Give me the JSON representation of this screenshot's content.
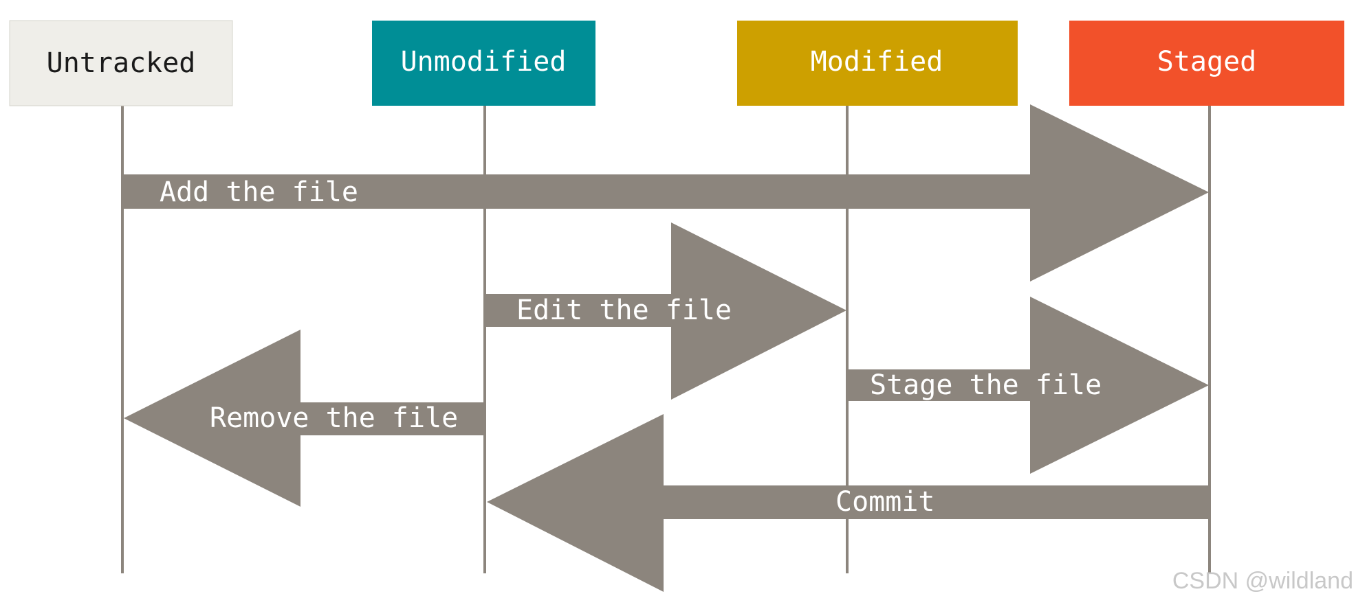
{
  "colors": {
    "arrow": "#8c857d",
    "lifeline": "#8c857d",
    "untracked_fill": "#efeee9",
    "untracked_text": "#1a1a1a",
    "unmodified_fill": "#008e96",
    "modified_fill": "#cda000",
    "staged_fill": "#f2512a",
    "box_text": "#ffffff",
    "watermark": "#c8c8c8"
  },
  "states": [
    {
      "id": "untracked",
      "label": "Untracked"
    },
    {
      "id": "unmodified",
      "label": "Unmodified"
    },
    {
      "id": "modified",
      "label": "Modified"
    },
    {
      "id": "staged",
      "label": "Staged"
    }
  ],
  "transitions": [
    {
      "id": "add",
      "label": "Add the file",
      "from": "untracked",
      "to": "staged"
    },
    {
      "id": "edit",
      "label": "Edit the file",
      "from": "unmodified",
      "to": "modified"
    },
    {
      "id": "remove",
      "label": "Remove the file",
      "from": "unmodified",
      "to": "untracked"
    },
    {
      "id": "stage",
      "label": "Stage the file",
      "from": "modified",
      "to": "staged"
    },
    {
      "id": "commit",
      "label": "Commit",
      "from": "staged",
      "to": "unmodified"
    }
  ],
  "watermark": "CSDN @wildland"
}
